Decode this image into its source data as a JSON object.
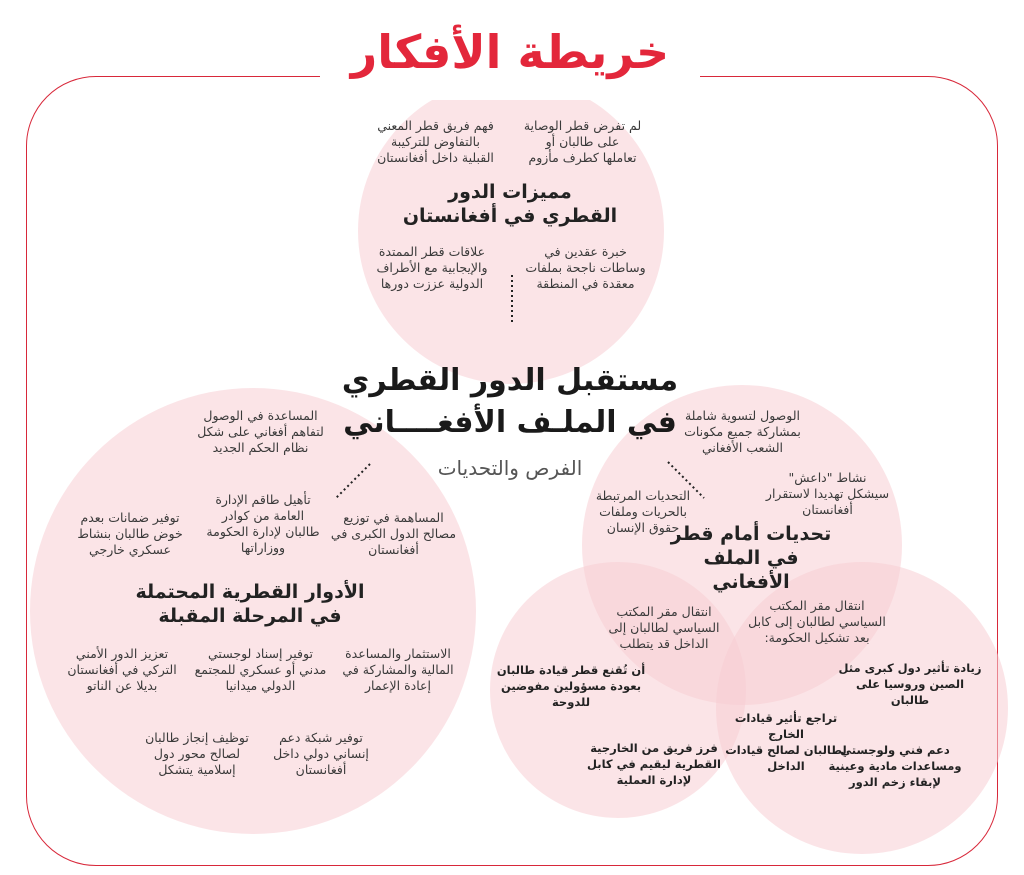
{
  "title": "خريطة الأفكار",
  "center": {
    "title_line1": "مستقبل الدور القطري",
    "title_line2": "في الملـف الأفغــــاني",
    "subtitle": "الفرص والتحديات"
  },
  "top_circle": {
    "heading_line1": "مميزات الدور",
    "heading_line2": "القطري في أفغانستان",
    "items": [
      {
        "l1": "لم تفرض قطر الوصاية",
        "l2": "على طالبان أو",
        "l3": "تعاملها كطرف مأزوم"
      },
      {
        "l1": "فهم فريق قطر المعني",
        "l2": "بالتفاوض للتركيبة",
        "l3": "القبلية داخل أفغانستان"
      },
      {
        "l1": "خبرة عقدين في",
        "l2": "وساطات ناجحة بملفات",
        "l3": "معقدة في المنطقة"
      },
      {
        "l1": "علاقات قطر الممتدة",
        "l2": "والإيجابية مع الأطراف",
        "l3": "الدولية عززت دورها"
      }
    ]
  },
  "left_circle": {
    "heading_line1": "الأدوار القطرية المحتملة",
    "heading_line2": "في المرحلة المقبلة",
    "items": [
      {
        "l1": "المساعدة في الوصول",
        "l2": "لتفاهم أفغاني على شكل",
        "l3": "نظام الحكم الجديد"
      },
      {
        "l1": "تأهيل طاقم الإدارة",
        "l2": "العامة من كوادر",
        "l3": "طالبان لإدارة الحكومة",
        "l4": "ووزاراتها"
      },
      {
        "l1": "توفير ضمانات بعدم",
        "l2": "خوض طالبان بنشاط",
        "l3": "عسكري خارجي"
      },
      {
        "l1": "المساهمة في توزيع",
        "l2": "مصالح الدول الكبرى في",
        "l3": "أفغانستان"
      },
      {
        "l1": "تعزيز الدور الأمني",
        "l2": "التركي في أفغانستان",
        "l3": "بديلا عن الناتو"
      },
      {
        "l1": "توفير إسناد لوجستي",
        "l2": "مدني أو عسكري للمجتمع",
        "l3": "الدولي ميدانيا"
      },
      {
        "l1": "الاستثمار والمساعدة",
        "l2": "المالية والمشاركة في",
        "l3": "إعادة الإعمار"
      },
      {
        "l1": "توظيف إنجاز طالبان",
        "l2": "لصالح محور دول",
        "l3": "إسلامية يتشكل"
      },
      {
        "l1": "توفير شبكة دعم",
        "l2": "إنساني دولي داخل",
        "l3": "أفغانستان"
      }
    ]
  },
  "right_circle": {
    "heading_line1": "تحديات أمام قطر",
    "heading_line2": "في الملف الأفغاني",
    "items": [
      {
        "l1": "الوصول لتسوية شاملة",
        "l2": "بمشاركة جميع مكونات",
        "l3": "الشعب الأفغاني"
      },
      {
        "l1": "نشاط \"داعش\"",
        "l2": "سيشكل تهديدا لاستقرار",
        "l3": "أفغانستان"
      },
      {
        "l1": "التحديات المرتبطة",
        "l2": "بالحريات وملفات",
        "l3": "حقوق الإنسان"
      }
    ]
  },
  "lower_left_circle": {
    "header": {
      "l1": "انتقال مقر المكتب",
      "l2": "السياسي لطالبان إلى",
      "l3": "الداخل قد يتطلب"
    },
    "items": [
      {
        "l1": "أن تُقنع قطر قيادة طالبان",
        "l2": "بعودة مسؤولين مفوضين",
        "l3": "للدوحة"
      },
      {
        "l1": "فرز فريق من الخارجية",
        "l2": "القطرية ليقيم في كابل",
        "l3": "لإدارة العملية"
      }
    ]
  },
  "lower_right_circle": {
    "header": {
      "l1": "انتقال مقر المكتب",
      "l2": "السياسي لطالبان إلى كابل",
      "l3": "بعد تشكيل الحكومة:"
    },
    "items": [
      {
        "l1": "زيادة تأثير دول كبرى مثل",
        "l2": "الصين وروسيا على",
        "l3": "طالبان"
      },
      {
        "l1": "تراجع تأثير قيادات الخارج",
        "l2": "لطالبان لصالح قيادات",
        "l3": "الداخل"
      },
      {
        "l1": "دعم فني ولوجستي",
        "l2": "ومساعدات مادية وعينية",
        "l3": "لإبقاء زخم الدور"
      }
    ]
  },
  "colors": {
    "accent": "#e3273b",
    "circle_fill": "#f7cdd3",
    "text": "#333333"
  }
}
